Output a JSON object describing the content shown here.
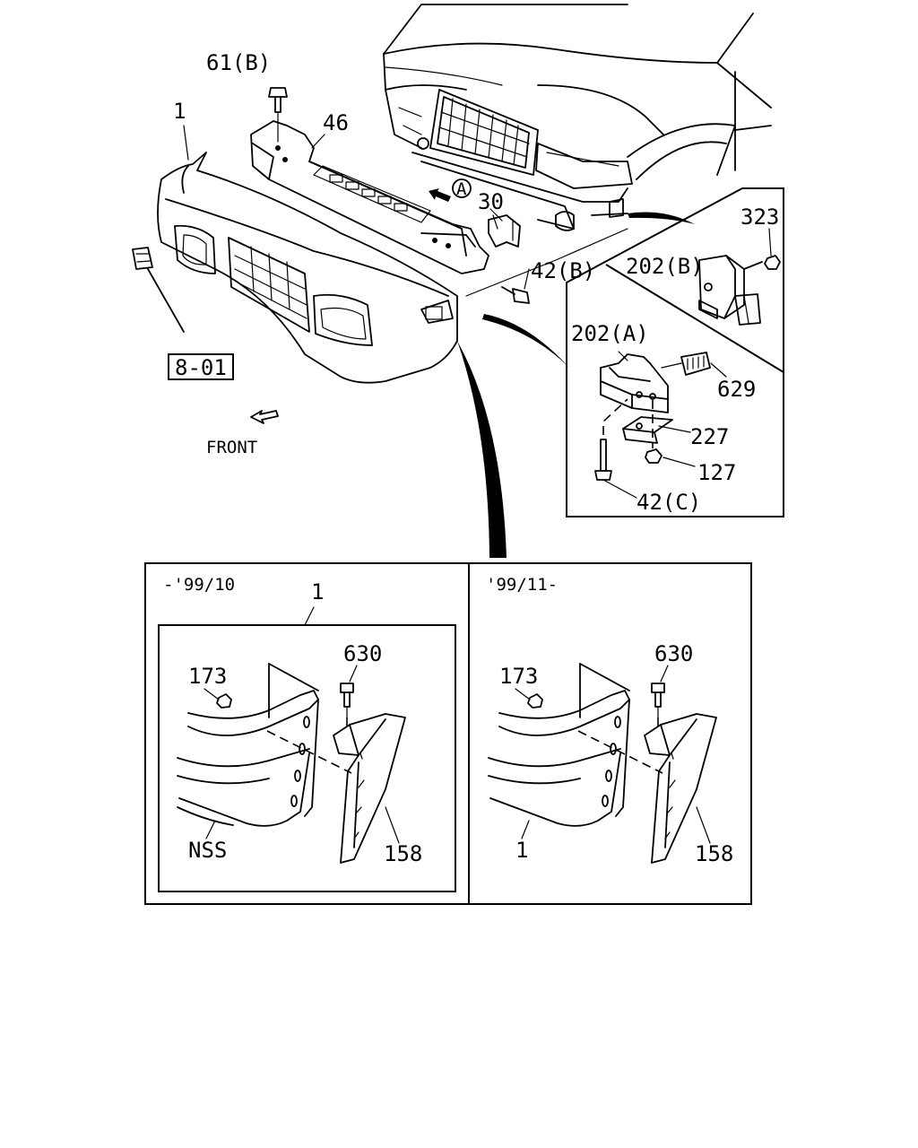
{
  "labels": {
    "l61b": "61(B)",
    "l1_top": "1",
    "l46": "46",
    "l30": "30",
    "circle_a": "A",
    "l42b": "42(B)",
    "l323": "323",
    "l202b": "202(B)",
    "l202a": "202(A)",
    "l629": "629",
    "l227": "227",
    "l127": "127",
    "l42c": "42(C)",
    "l801": "8-01",
    "front": "FRONT"
  },
  "panels": {
    "left": {
      "date": "-'99/10",
      "l1": "1",
      "l630": "630",
      "l173": "173",
      "nss": "NSS",
      "l158": "158"
    },
    "right": {
      "date": "'99/11-",
      "l630": "630",
      "l173": "173",
      "l1": "1",
      "l158": "158"
    }
  }
}
